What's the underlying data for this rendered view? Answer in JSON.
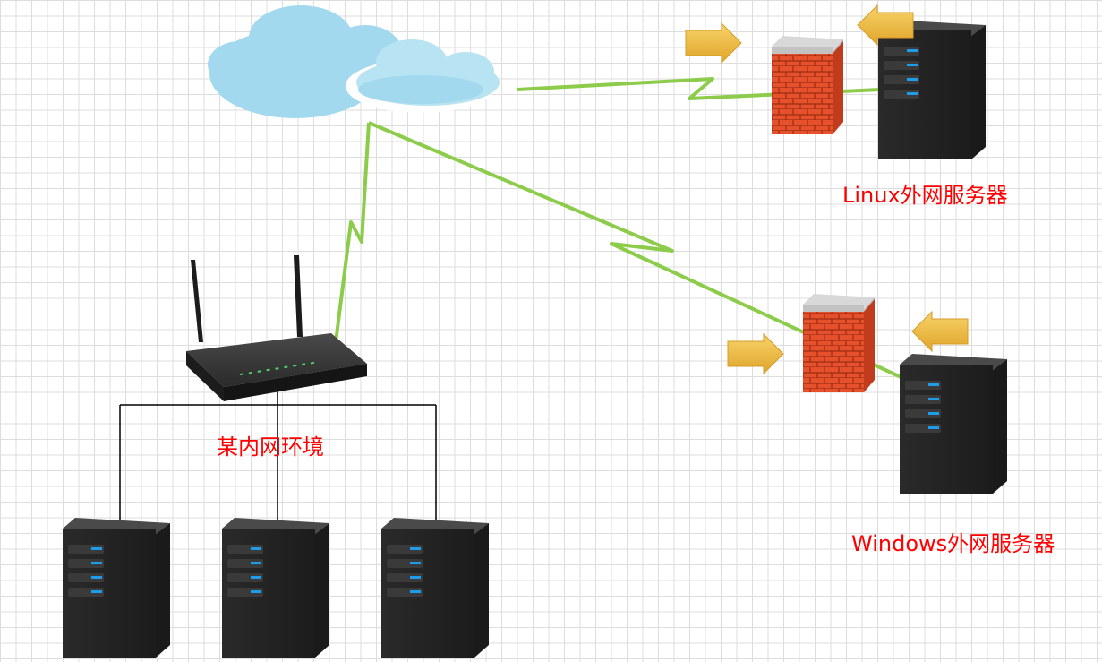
{
  "labels": {
    "internal_network": "某内网环境",
    "linux_server": "Linux外网服务器",
    "windows_server": "Windows外网服务器"
  },
  "colors": {
    "label_text": "#ff0000",
    "link_green": "#8ccc4a",
    "lan_wire": "#000000",
    "cloud": "#a3d9ee",
    "server_body": "#2e2e2e",
    "server_led": "#1e9be9",
    "firewall_brick": "#e6502a",
    "firewall_cap": "#c8c8c8",
    "arrow": "#f2bd3c"
  },
  "icons": {
    "cloud": "cloud-icon",
    "router": "wireless-router-icon",
    "server": "server-tower-icon",
    "firewall": "firewall-icon",
    "arrow": "arrow-right-icon"
  }
}
